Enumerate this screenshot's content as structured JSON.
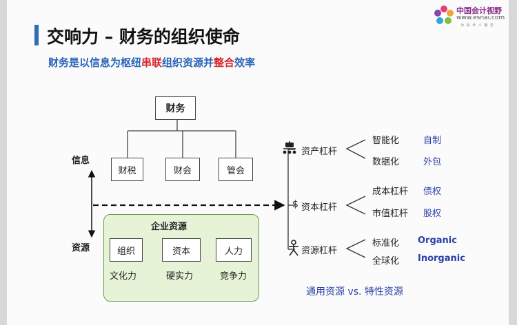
{
  "title": "交响力 – 财务的组织使命",
  "subtitle": {
    "parts": [
      {
        "text": "财务是以信息为枢纽",
        "hl": false
      },
      {
        "text": "串联",
        "hl": true
      },
      {
        "text": "组织资源并",
        "hl": false
      },
      {
        "text": "整合",
        "hl": true
      },
      {
        "text": "效率",
        "hl": false
      }
    ]
  },
  "logo": {
    "name": "中国会计视野",
    "url": "www.esnai.com",
    "slogan": "为 会 计 人 服 务"
  },
  "org": {
    "root": "财务",
    "children": [
      "财税",
      "财会",
      "管会"
    ]
  },
  "axis": {
    "top": "信息",
    "bottom": "资源"
  },
  "enterprise": {
    "title": "企业资源",
    "items": [
      {
        "box": "组织",
        "caption": "文化力"
      },
      {
        "box": "资本",
        "caption": "硬实力"
      },
      {
        "box": "人力",
        "caption": "竞争力"
      }
    ]
  },
  "levers": [
    {
      "icon": "robot-icon",
      "label": "资产杠杆",
      "items": [
        {
          "left": "智能化",
          "right": "自制"
        },
        {
          "left": "数据化",
          "right": "外包"
        }
      ]
    },
    {
      "icon": "dollar-icon",
      "label": "资本杠杆",
      "items": [
        {
          "left": "成本杠杆",
          "right": "债权"
        },
        {
          "left": "市值杠杆",
          "right": "股权"
        }
      ]
    },
    {
      "icon": "person-icon",
      "label": "资源杠杆",
      "items": [
        {
          "left": "标准化",
          "right": "Organic"
        },
        {
          "left": "全球化",
          "right": "Inorganic"
        }
      ]
    }
  ],
  "footer": "通用资源 vs. 特性资源",
  "colors": {
    "accent": "#2f6db5",
    "highlight": "#d8232a",
    "lever_value": "#2b3fa8",
    "enterprise_bg": "#e6f3d7"
  }
}
